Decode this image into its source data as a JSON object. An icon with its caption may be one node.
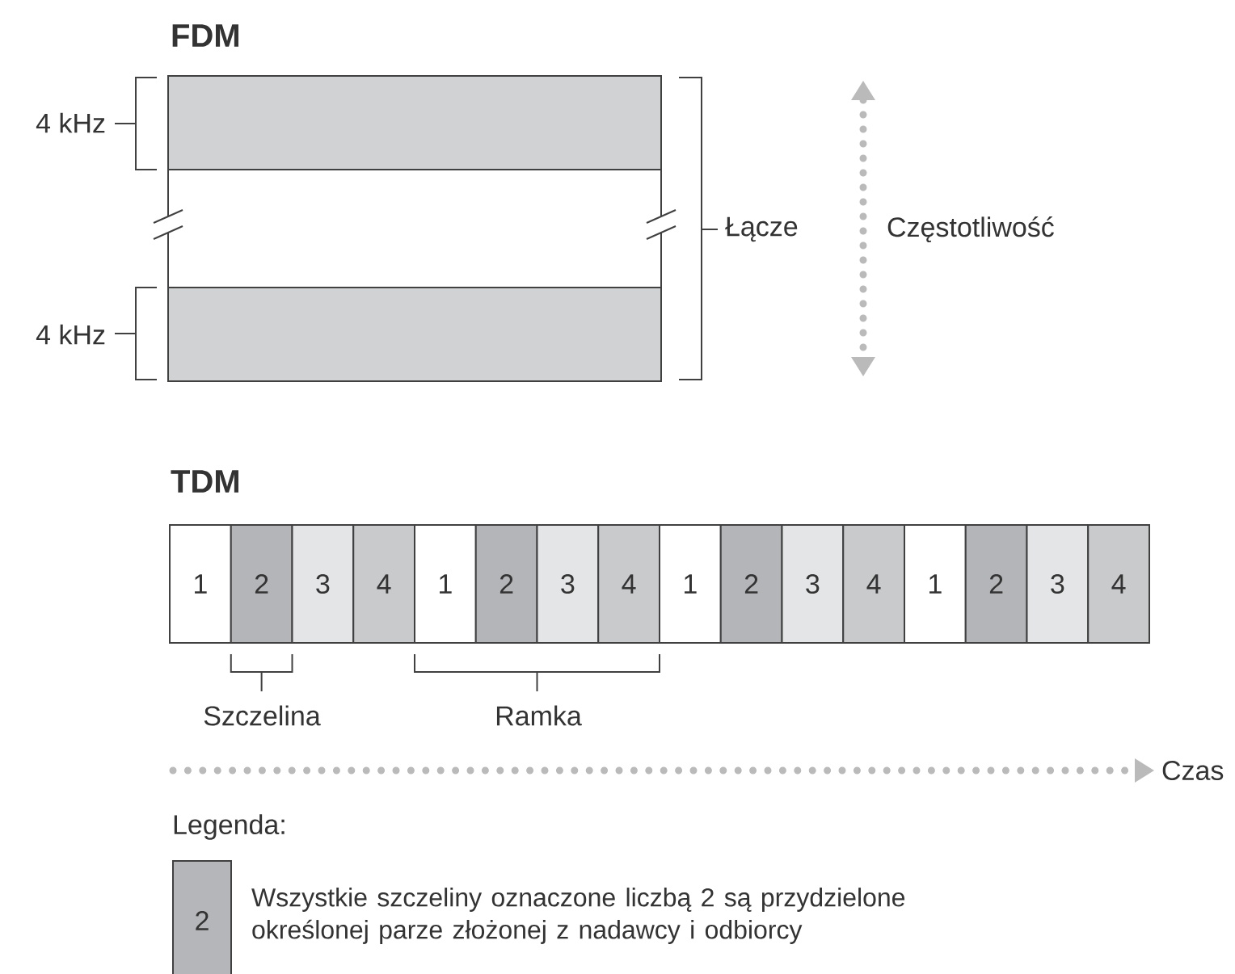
{
  "diagram": {
    "nodes": [
      {
        "text": [
          "1"
        ]
      },
      {
        "text": [
          "2"
        ]
      },
      {
        "text": [
          "3"
        ]
      },
      {
        "text": [
          "4"
        ]
      },
      {
        "text": [
          "1"
        ]
      },
      {
        "text": [
          "2"
        ]
      },
      {
        "text": [
          "3"
        ]
      },
      {
        "text": [
          "4"
        ]
      },
      {
        "text": [
          "1"
        ]
      },
      {
        "text": [
          "2"
        ]
      },
      {
        "text": [
          "3"
        ]
      },
      {
        "text": [
          "4"
        ]
      },
      {
        "text": [
          "1"
        ]
      },
      {
        "text": [
          "2"
        ]
      },
      {
        "text": [
          "3"
        ]
      },
      {
        "text": [
          "4"
        ]
      }
    ],
    "labels": [
      "FDM",
      "4 kHz",
      "4 kHz",
      "Łącze",
      "Częstotliwość",
      "TDM",
      "Szczelina",
      "Ramka",
      "Czas",
      "Legenda:",
      "2"
    ],
    "legend": [
      {
        "text": "Wszystkie szczeliny oznaczone liczbą 2 są przydzielone określonej parze złożonej z nadawcy i odbiorcy",
        "color": "#b5b6b9"
      }
    ]
  }
}
